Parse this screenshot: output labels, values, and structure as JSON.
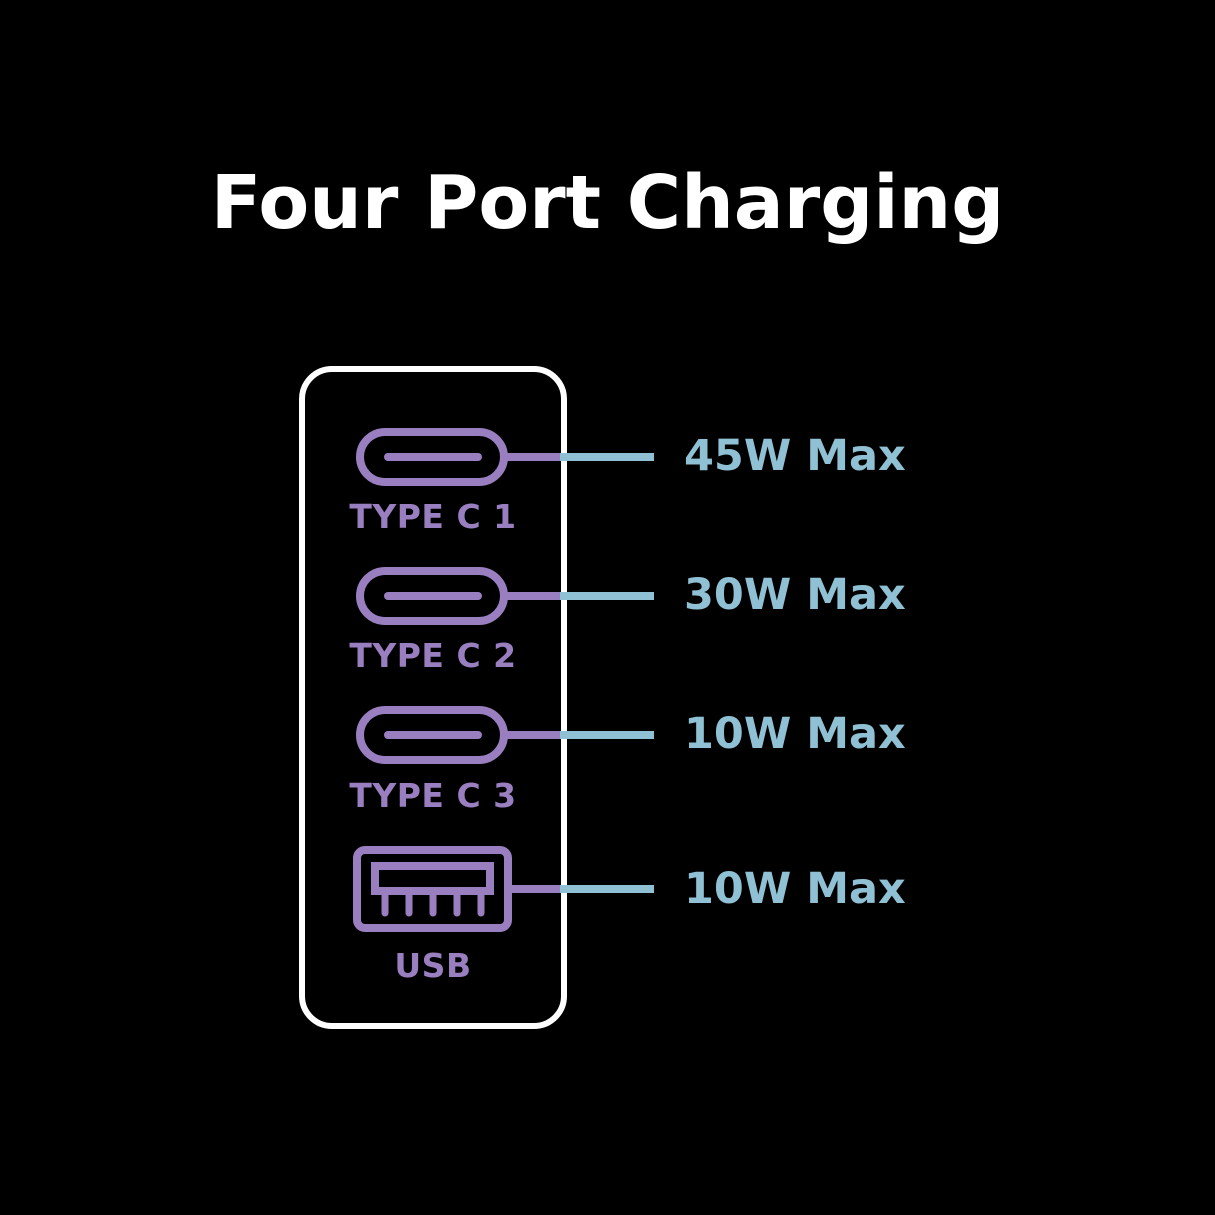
{
  "title": "Four Port Charging",
  "colors": {
    "background": "#000000",
    "title": "#ffffff",
    "device_outline": "#ffffff",
    "port": "#9a7fc0",
    "line": "#8fc0d3",
    "watt_text": "#8fc0d3"
  },
  "ports": [
    {
      "icon": "usb-c-port-icon",
      "label": "TYPE C 1",
      "power": "45W Max"
    },
    {
      "icon": "usb-c-port-icon",
      "label": "TYPE C 2",
      "power": "30W Max"
    },
    {
      "icon": "usb-c-port-icon",
      "label": "TYPE C 3",
      "power": "10W Max"
    },
    {
      "icon": "usb-a-port-icon",
      "label": "USB",
      "power": "10W Max"
    }
  ]
}
